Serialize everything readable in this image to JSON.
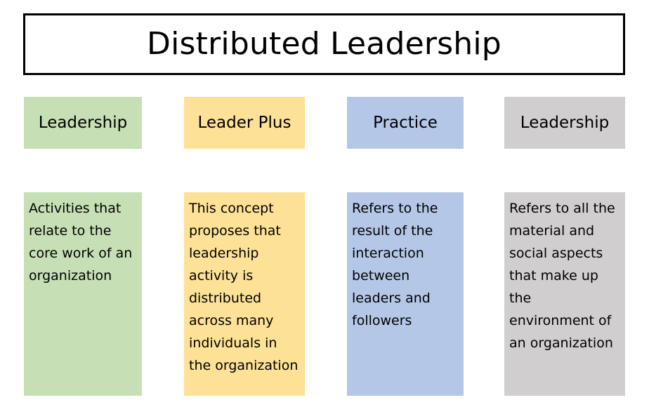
{
  "title": "Distributed Leadership",
  "colors": {
    "green": "#c6dfb4",
    "yellow": "#fde196",
    "blue": "#b4c7e7",
    "gray": "#d0cece",
    "border": "#000000"
  },
  "columns": [
    {
      "header": "Leadership",
      "description": "Activities that\nrelate to the\ncore work of an\norganization",
      "color": "#c6dfb4"
    },
    {
      "header": "Leader Plus",
      "description": "This concept\nproposes that\nleadership\nactivity is\ndistributed\nacross many\nindividuals in\nthe organization",
      "color": "#fde196"
    },
    {
      "header": "Practice",
      "description": "Refers to the\nresult of the\ninteraction\nbetween\nleaders and\nfollowers",
      "color": "#b4c7e7"
    },
    {
      "header": "Leadership",
      "description": "Refers to all the\nmaterial and\nsocial aspects\nthat make up\nthe\nenvironment of\nan organization",
      "color": "#d0cece"
    }
  ]
}
